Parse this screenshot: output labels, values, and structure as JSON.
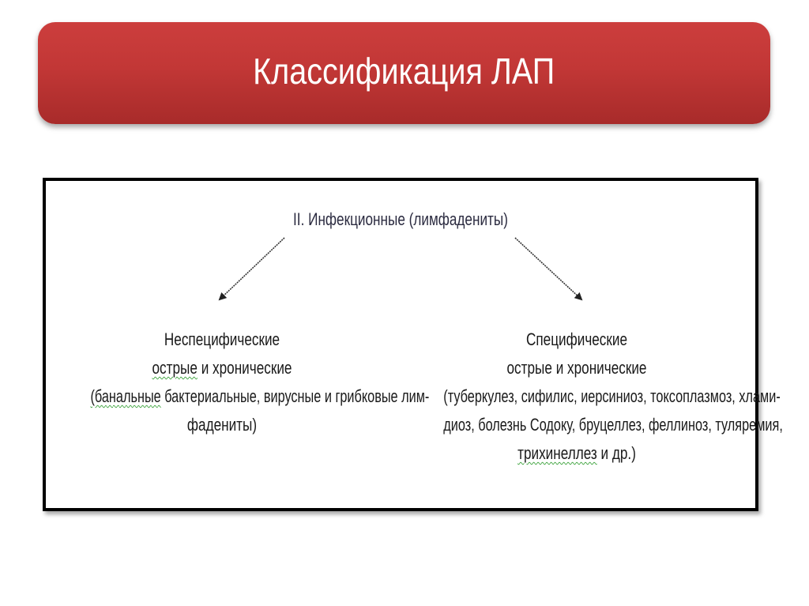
{
  "slide": {
    "title": "Классификация ЛАП",
    "colors": {
      "banner_top": "#cc3e3d",
      "banner_bottom": "#a82b2a",
      "title_text": "#ffffff",
      "box_border": "#000000",
      "body_text": "#1a1a1a",
      "spellcheck_underline": "#3ca33c"
    }
  },
  "diagram": {
    "root": {
      "label": "II. Инфекционные  (лимфадениты)"
    },
    "arrows": [
      {
        "from": "root",
        "to": "nonspecific",
        "direction": "down-left"
      },
      {
        "from": "root",
        "to": "specific",
        "direction": "down-right"
      }
    ],
    "branches": {
      "nonspecific": {
        "title": "Неспецифические",
        "subtitle_word1": "острые",
        "subtitle_rest": " и хронические",
        "details_line1_word1": "(банальные",
        "details_line1_rest": " бактериальные,  вирусные и грибковые лим-",
        "details_line2": "фадениты)"
      },
      "specific": {
        "title": "Специфические",
        "subtitle": "острые и хронические",
        "details_line1": "(туберкулез,  сифилис,  иерсиниоз,  токсоплазмоз,  хлами-",
        "details_line2": "диоз,  болезнь  Содоку,  бруцеллез,  феллиноз,  туляремия,",
        "details_line3_word1": "трихинеллез",
        "details_line3_rest": "  и др.)"
      }
    }
  }
}
